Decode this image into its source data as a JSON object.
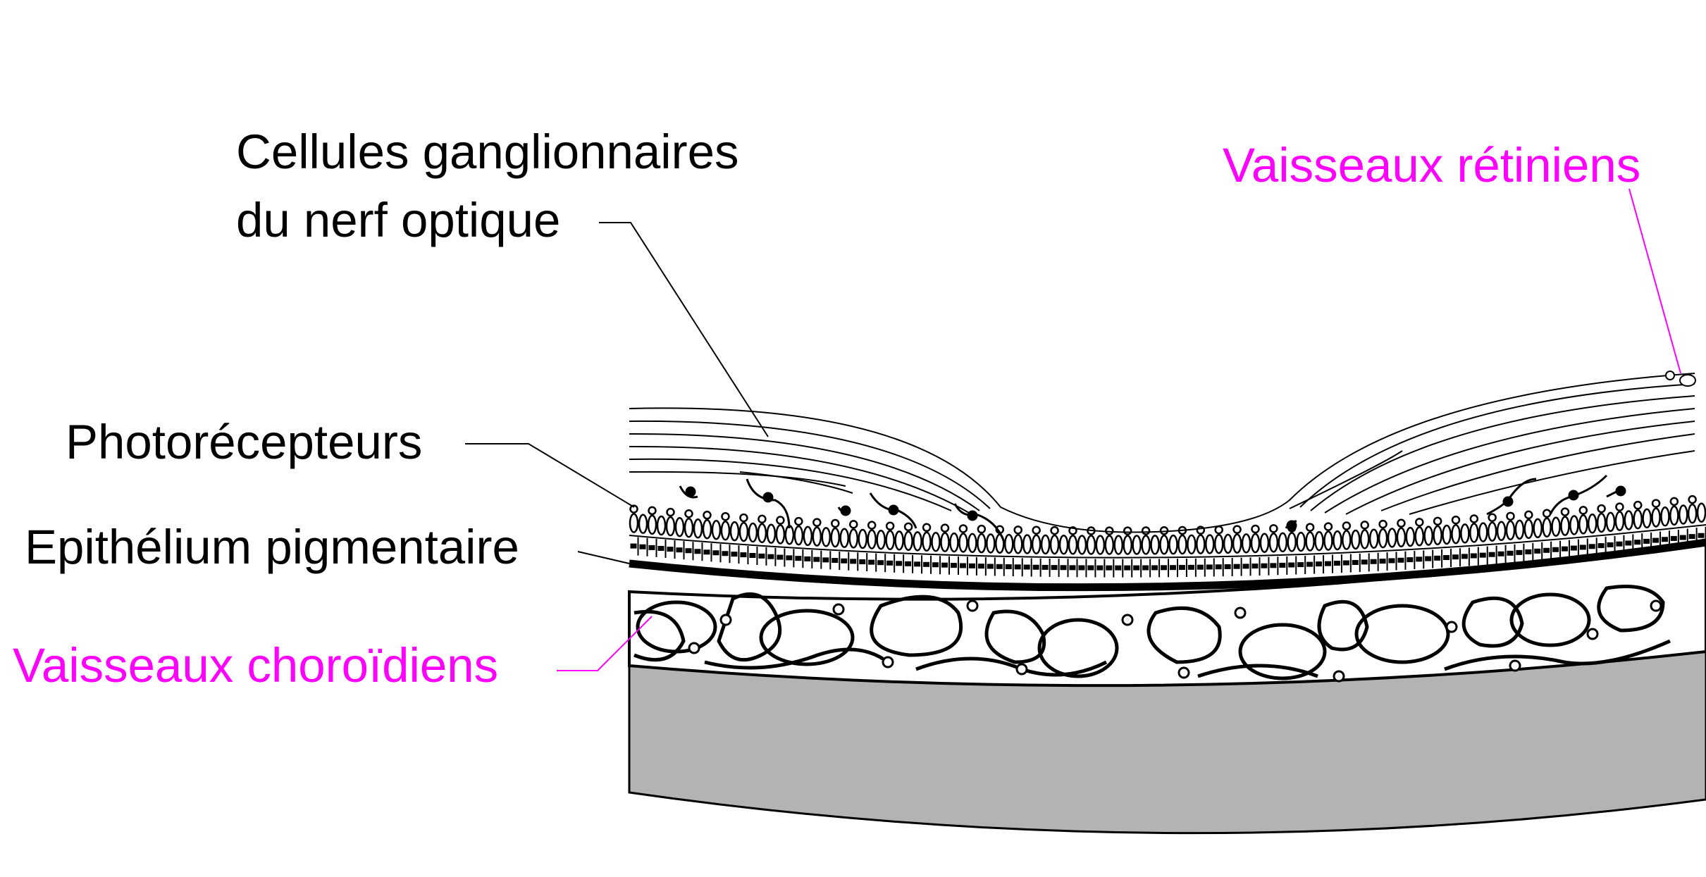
{
  "labels": {
    "ganglion_line1": "Cellules ganglionnaires",
    "ganglion_line2": "du nerf optique",
    "retinal_vessels": "Vaisseaux rétiniens",
    "photoreceptors": "Photorécepteurs",
    "pigment_epithelium": "Epithélium pigmentaire",
    "choroidal_vessels": "Vaisseaux choroïdiens"
  },
  "colors": {
    "text": "#000000",
    "highlight": "#ff00ff",
    "sclera": "#b3b3b3",
    "line": "#000000"
  }
}
